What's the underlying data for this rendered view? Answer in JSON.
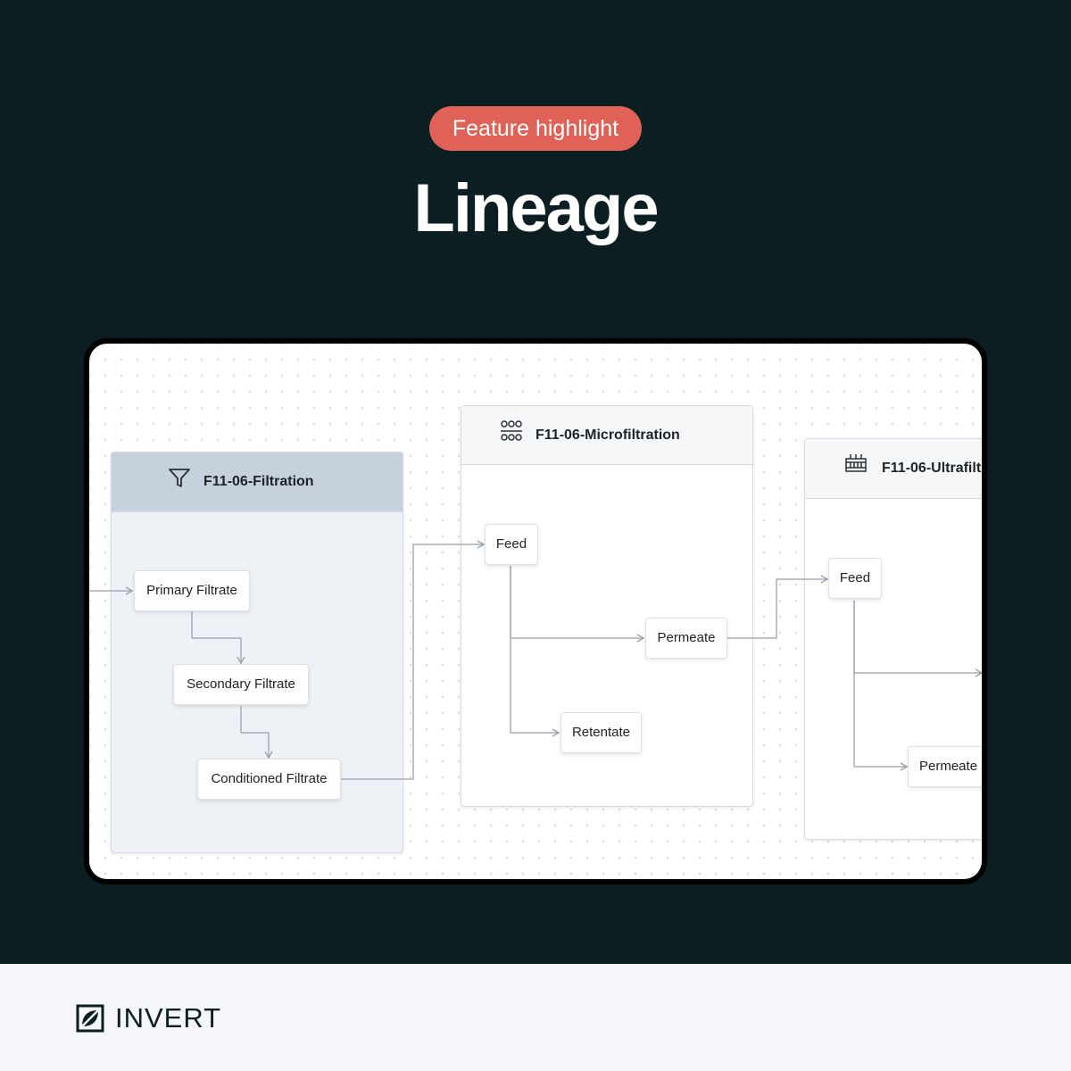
{
  "header": {
    "badge": "Feature highlight",
    "title": "Lineage",
    "badge_color": "#e06155",
    "background_color": "#0b1f22"
  },
  "lineage": {
    "groups": [
      {
        "title": "F11-06-Filtration",
        "icon": "funnel-icon",
        "nodes": [
          "Primary Filtrate",
          "Secondary Filtrate",
          "Conditioned Filtrate"
        ]
      },
      {
        "title": "F11-06-Microfiltration",
        "icon": "membrane-module-icon",
        "nodes": [
          "Feed",
          "Permeate",
          "Retentate"
        ]
      },
      {
        "title": "F11-06-Ultrafilt",
        "icon": "filter-cassette-icon",
        "nodes": [
          "Feed",
          "Permeate"
        ]
      }
    ]
  },
  "footer": {
    "brand": "INVERT",
    "logo_icon": "invert-logo-icon"
  }
}
